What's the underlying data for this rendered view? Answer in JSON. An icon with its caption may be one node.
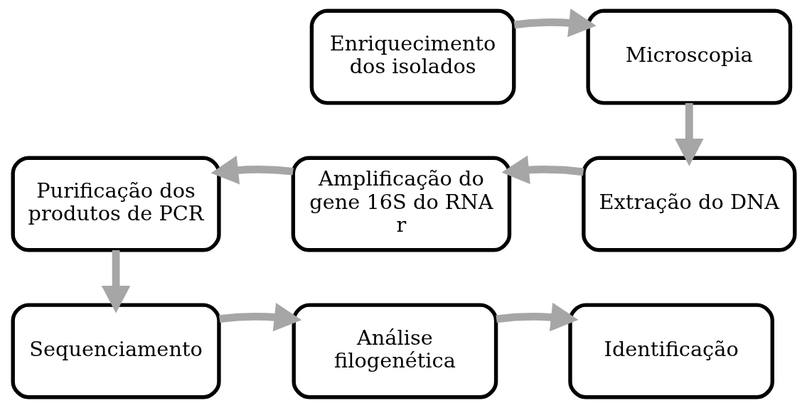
{
  "diagram": {
    "nodes": [
      {
        "text": [
          "Enriquecimento dos isolados"
        ]
      },
      {
        "text": [
          "Microscopia"
        ]
      },
      {
        "text": [
          "Extração do DNA"
        ]
      },
      {
        "text": [
          "Amplificação do gene 16S do RNA r"
        ]
      },
      {
        "text": [
          "Purificação dos produtos de PCR"
        ]
      },
      {
        "text": [
          "Sequenciamento"
        ]
      },
      {
        "text": [
          "Análise filogenética"
        ]
      },
      {
        "text": [
          "Identificação"
        ]
      }
    ],
    "edges": [
      {
        "from": 0,
        "to": 1,
        "arrow": "to"
      },
      {
        "from": 1,
        "to": 2,
        "arrow": "to"
      },
      {
        "from": 2,
        "to": 3,
        "arrow": "to"
      },
      {
        "from": 3,
        "to": 4,
        "arrow": "to"
      },
      {
        "from": 4,
        "to": 5,
        "arrow": "to"
      },
      {
        "from": 5,
        "to": 6,
        "arrow": "to"
      },
      {
        "from": 6,
        "to": 7,
        "arrow": "to"
      }
    ]
  }
}
